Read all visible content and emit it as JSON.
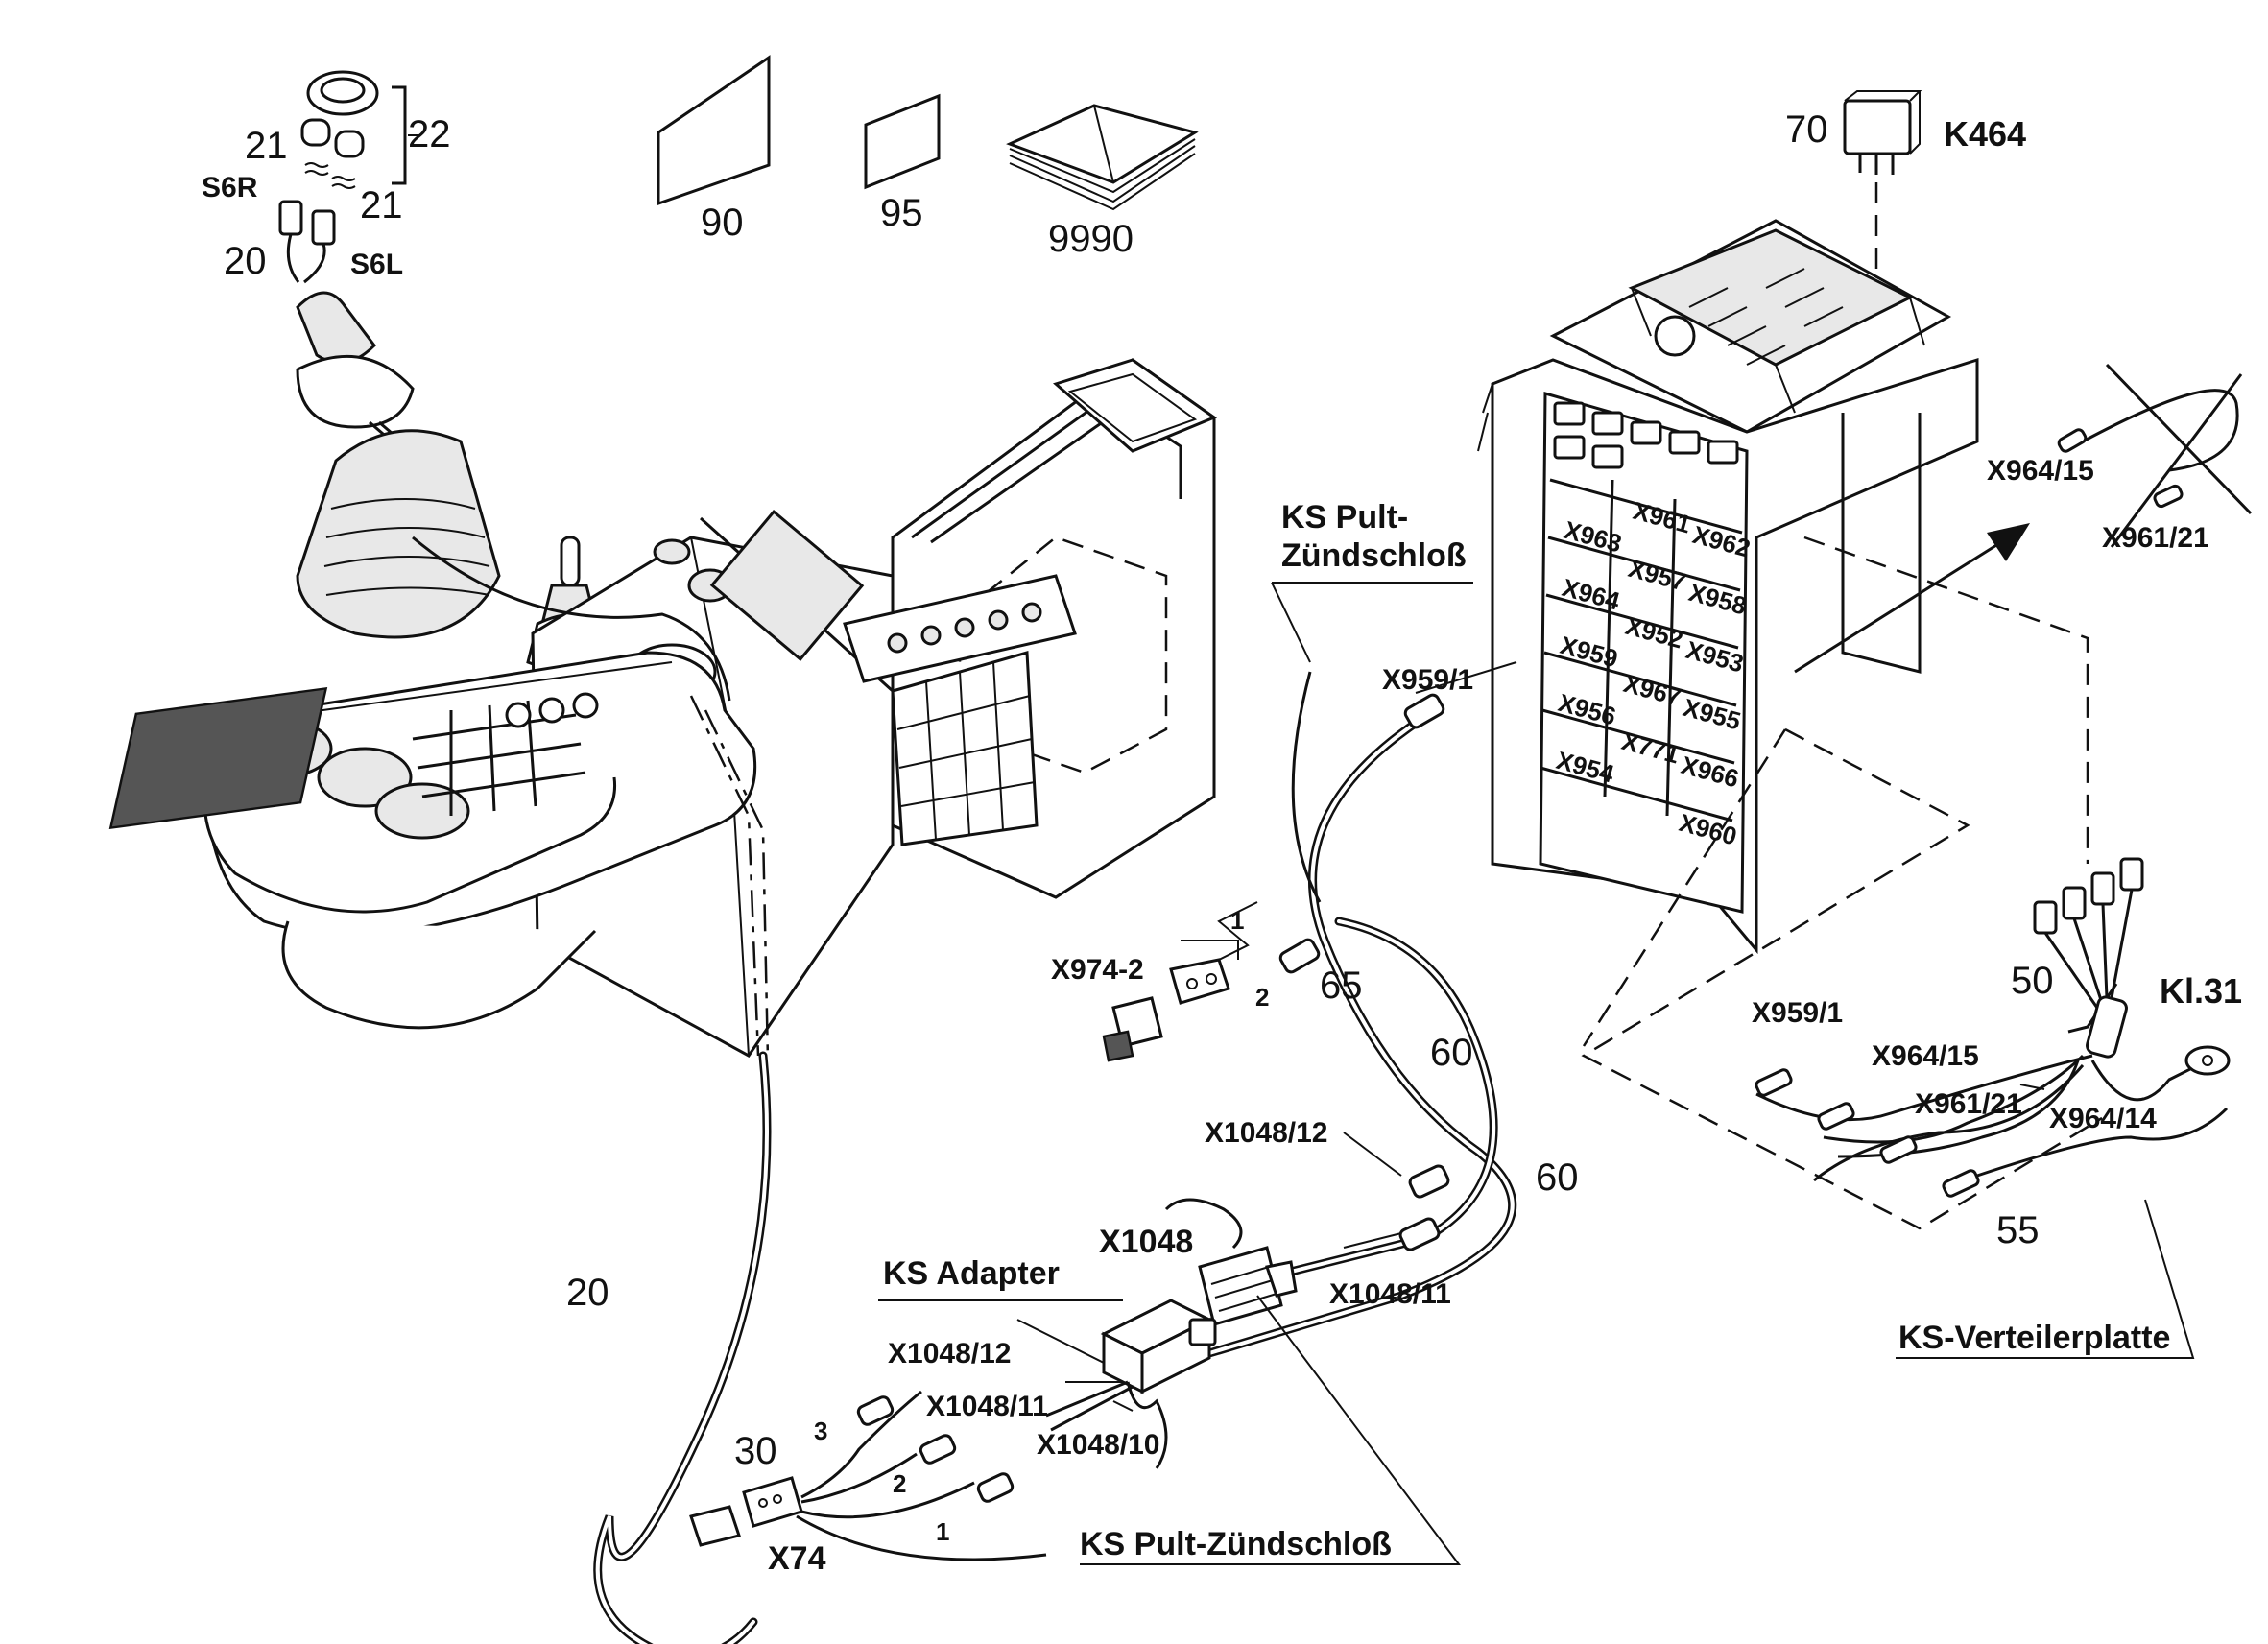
{
  "labels": {
    "n22": "22",
    "n21a": "21",
    "n21b": "21",
    "s6r": "S6R",
    "s6l": "S6L",
    "n20_top": "20",
    "n90": "90",
    "n95": "95",
    "n9990": "9990",
    "n70": "70",
    "k464": "K464",
    "ks_pult_line1": "KS Pult-",
    "ks_pult_line2": "Zündschloß",
    "x959_1_top": "X959/1",
    "x964_15_top": "X964/15",
    "x961_21_top": "X961/21",
    "x974_2": "X974-2",
    "w1_top": "1",
    "w2_top": "2",
    "n65": "65",
    "n60_a": "60",
    "n60_b": "60",
    "x1048_12_top": "X1048/12",
    "x1048": "X1048",
    "x1048_11_top": "X1048/11",
    "ks_adapter": "KS Adapter",
    "n20_bottom": "20",
    "x1048_12_bot": "X1048/12",
    "x1048_11_bot": "X1048/11",
    "x1048_10": "X1048/10",
    "n30": "30",
    "w3": "3",
    "w2_bot": "2",
    "w1_bot": "1",
    "x74": "X74",
    "ks_pult_bottom": "KS Pult-Zündschloß",
    "n50": "50",
    "kl31": "Kl.31",
    "x959_1_right": "X959/1",
    "x964_15_right": "X964/15",
    "x961_21_right": "X961/21",
    "x964_14": "X964/14",
    "n55": "55",
    "ks_verteilerplatte": "KS-Verteilerplatte"
  },
  "fuse_labels": [
    "X961",
    "X962",
    "X963",
    "X957",
    "X958",
    "X964",
    "X952",
    "X959",
    "X953",
    "X967",
    "X956",
    "X955",
    "X771",
    "X954",
    "X966",
    "X960"
  ]
}
